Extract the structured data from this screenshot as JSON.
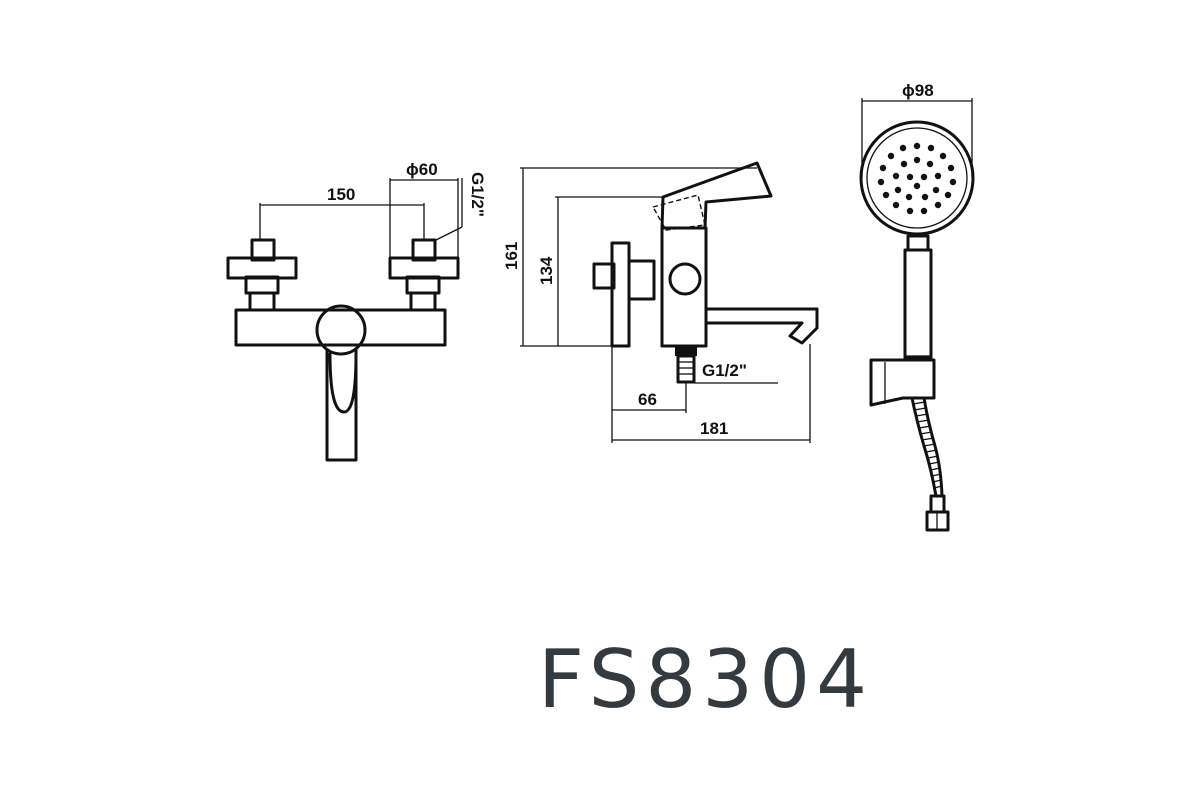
{
  "dimensions": {
    "spacing": "150",
    "flange": "ϕ60",
    "inlet_thread_vertical": "G1/2\"",
    "height_total": "161",
    "height_body": "134",
    "outlet_thread": "G1/2\"",
    "depth_inlet": "66",
    "depth_total": "181",
    "shower_head": "ϕ98"
  },
  "model": "FS8304"
}
